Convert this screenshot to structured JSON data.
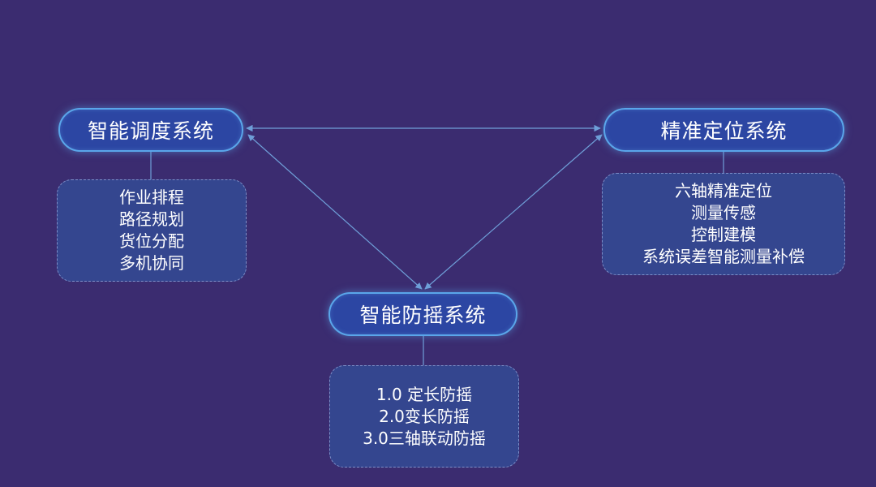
{
  "systems": {
    "scheduling": {
      "title": "智能调度系统",
      "items": [
        "作业排程",
        "路径规划",
        "货位分配",
        "多机协同"
      ]
    },
    "positioning": {
      "title": "精准定位系统",
      "items": [
        "六轴精准定位",
        "测量传感",
        "控制建模",
        "系统误差智能测量补偿"
      ]
    },
    "antisway": {
      "title": "智能防摇系统",
      "items": [
        "1.0 定长防摇",
        "2.0变长防摇",
        "3.0三轴联动防摇"
      ]
    }
  },
  "colors": {
    "background": "#3b2c70",
    "pill_fill": "#2c46a3",
    "pill_border": "#5aa6ea",
    "box_fill": "#34468f",
    "box_border": "#7e8fc8",
    "connector": "#6f9fd8"
  }
}
